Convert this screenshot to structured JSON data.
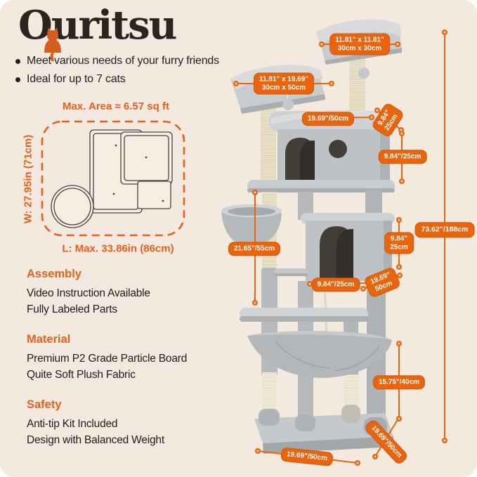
{
  "brand": {
    "logo_text": "Ouritsu",
    "cat_icon": "orange-sitting-cat"
  },
  "bullets": [
    "Meet various needs of your furry friends",
    "Ideal for up to 7 cats"
  ],
  "area_diagram": {
    "title": "Max. Area ≈ 6.57 sq ft",
    "width_label": "W: 27.95in (71cm)",
    "length_label": "L: Max. 33.86in (86cm)"
  },
  "sections": [
    {
      "heading": "Assembly",
      "line1": "Video Instruction Available",
      "line2": "Fully Labeled Parts"
    },
    {
      "heading": "Material",
      "line1": "Premium P2 Grade Particle Board",
      "line2": "Quite Soft Plush Fabric"
    },
    {
      "heading": "Safety",
      "line1": "Anti-tip Kit Included",
      "line2": "Design with Balanced Weight"
    }
  ],
  "dims": [
    {
      "l1": "11.81\" x 11.81\"",
      "l2": "30cm x 30cm"
    },
    {
      "l1": "11.81\" x 19.69\"",
      "l2": "30cm x 50cm"
    },
    {
      "l1": "19.69\"/50cm"
    },
    {
      "l1": "9.84\"",
      "l2": "25cm"
    },
    {
      "l1": "9.84\"/25cm"
    },
    {
      "l1": "73.62\"/188cm"
    },
    {
      "l1": "9.84\"",
      "l2": "25cm"
    },
    {
      "l1": "21.65\"/55cm"
    },
    {
      "l1": "9.84\"/25cm"
    },
    {
      "l1": "19.69\"",
      "l2": "50cm"
    },
    {
      "l1": "15.75\"/40cm"
    },
    {
      "l1": "19.69\"/50cm"
    },
    {
      "l1": "19.69\"/50cm"
    }
  ],
  "colors": {
    "background_cream": "#f3e9de",
    "accent_orange_badge": "#e8650e",
    "heading_orange": "#e2611f",
    "logo_ink": "#2a2520",
    "text_dark": "#1d1d1d",
    "plush_light": "#d3d5d7",
    "plush_mid": "#bfc2c4",
    "plush_dark": "#a7aaad",
    "sisal_beige": "#ece3cc",
    "sisal_white": "#f2ecdc",
    "condo_opening": "#423d37"
  }
}
